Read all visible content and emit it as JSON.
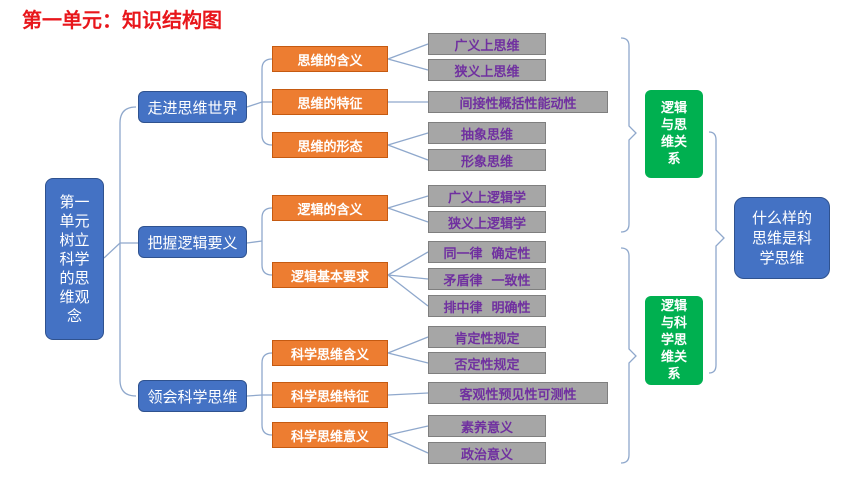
{
  "title": "第一单元：知识结构图",
  "root": "第一单元树立科学的思维观念",
  "level1": [
    "走进思维世界",
    "把握逻辑要义",
    "领会科学思维"
  ],
  "level2": [
    "思维的含义",
    "思维的特征",
    "思维的形态",
    "逻辑的含义",
    "逻辑基本要求",
    "科学思维含义",
    "科学思维特征",
    "科学思维意义"
  ],
  "level3": [
    "广义上思维",
    "狭义上思维",
    "间接性概括性能动性",
    "抽象思维",
    "形象思维",
    "广义上逻辑学",
    "狭义上逻辑学",
    "同一律  确定性",
    "矛盾律  一致性",
    "排中律  明确性",
    "肯定性规定",
    "否定性规定",
    "客观性预见性可测性",
    "素养意义",
    "政治意义"
  ],
  "relations": [
    "逻辑与思维关系",
    "逻辑与科学思维关系"
  ],
  "conclusion": "什么样的思维是科学思维",
  "colors": {
    "title": "#e8161b",
    "blue": "#4472c4",
    "orange": "#ed7d31",
    "gray": "#a6a6a6",
    "green": "#00b050",
    "purple_text": "#7030a0",
    "connector": "#8fa8cc"
  }
}
